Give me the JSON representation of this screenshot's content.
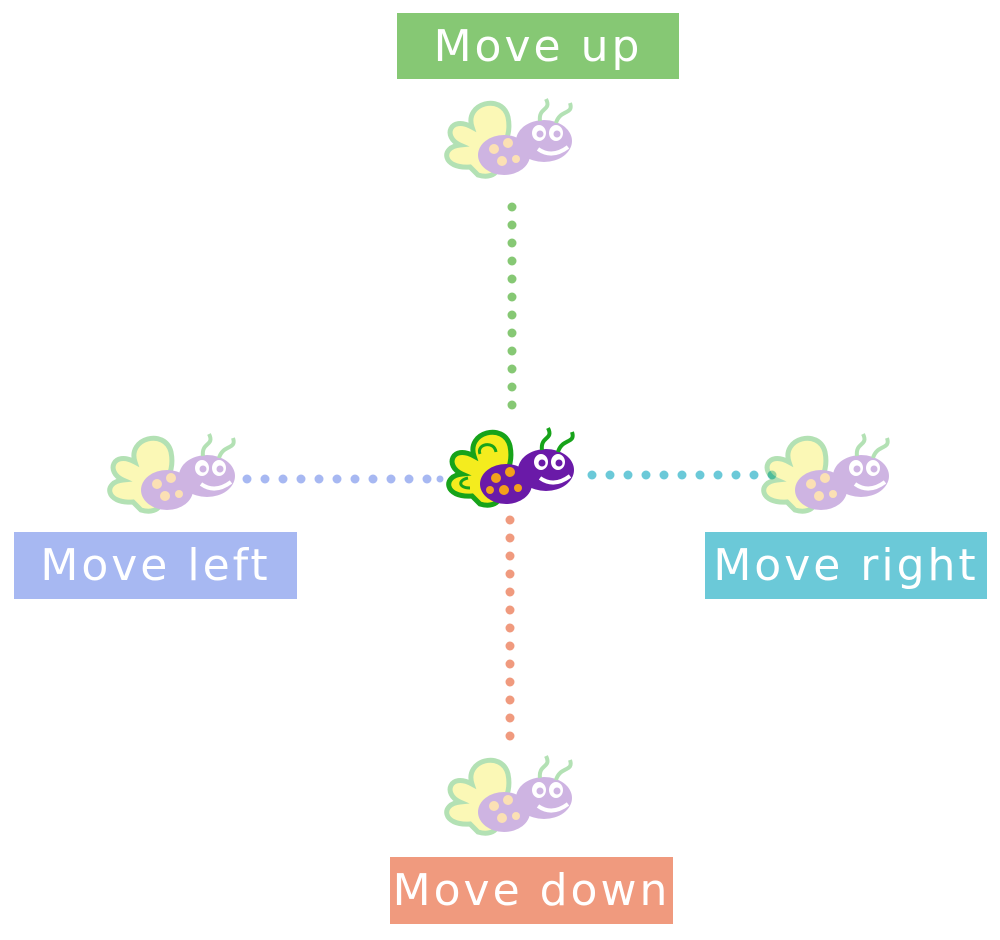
{
  "controls": {
    "up_label": "Move up",
    "left_label": "Move left",
    "right_label": "Move right",
    "down_label": "Move down"
  },
  "colors": {
    "up": "#86c874",
    "left": "#a7b8f2",
    "right": "#6bc9d8",
    "down": "#f09a7e",
    "bug_wing": "#f4ec1e",
    "bug_wing_outline": "#17a31a",
    "bug_body": "#6a1aa8",
    "bug_spots": "#f3a11a"
  },
  "icons": {
    "player": "butterfly-bug-icon",
    "ghost": "butterfly-bug-ghost-icon"
  }
}
